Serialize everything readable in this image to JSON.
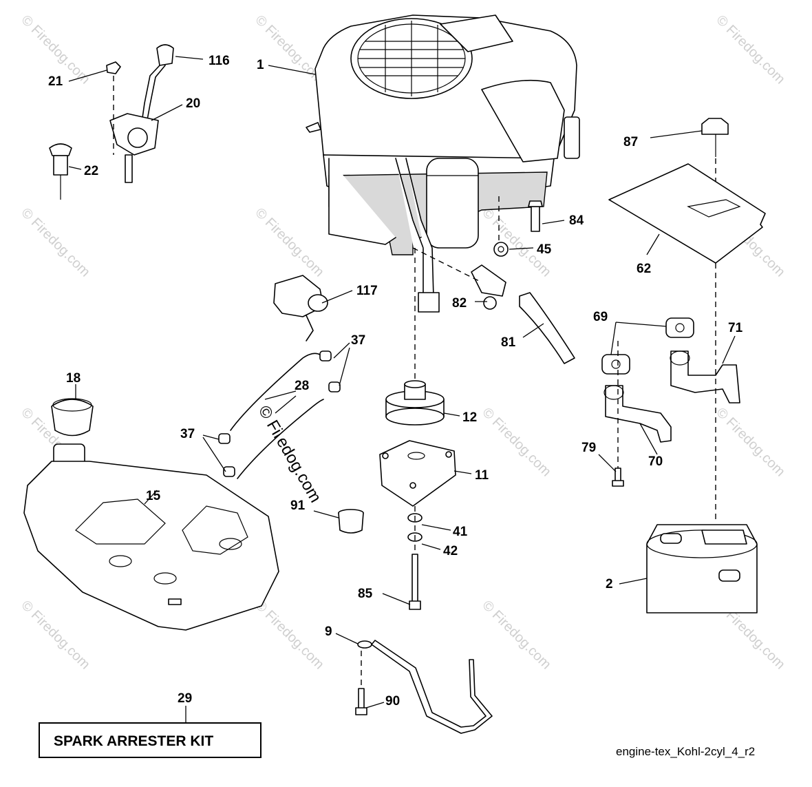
{
  "watermark": "© Firedog.com",
  "kit_label": "SPARK ARRESTER KIT",
  "drawing_ref": "engine-tex_Kohl-2cyl_4_r2",
  "callouts": {
    "c1": "1",
    "c116": "116",
    "c21": "21",
    "c20": "20",
    "c22": "22",
    "c87": "87",
    "c84": "84",
    "c45": "45",
    "c62": "62",
    "c117": "117",
    "c82": "82",
    "c81": "81",
    "c37a": "37",
    "c28": "28",
    "c37b": "37",
    "c18": "18",
    "c15": "15",
    "c12": "12",
    "c11": "11",
    "c91": "91",
    "c41": "41",
    "c42": "42",
    "c85": "85",
    "c69": "69",
    "c71": "71",
    "c70": "70",
    "c79": "79",
    "c2": "2",
    "c9": "9",
    "c90": "90",
    "c29": "29"
  }
}
